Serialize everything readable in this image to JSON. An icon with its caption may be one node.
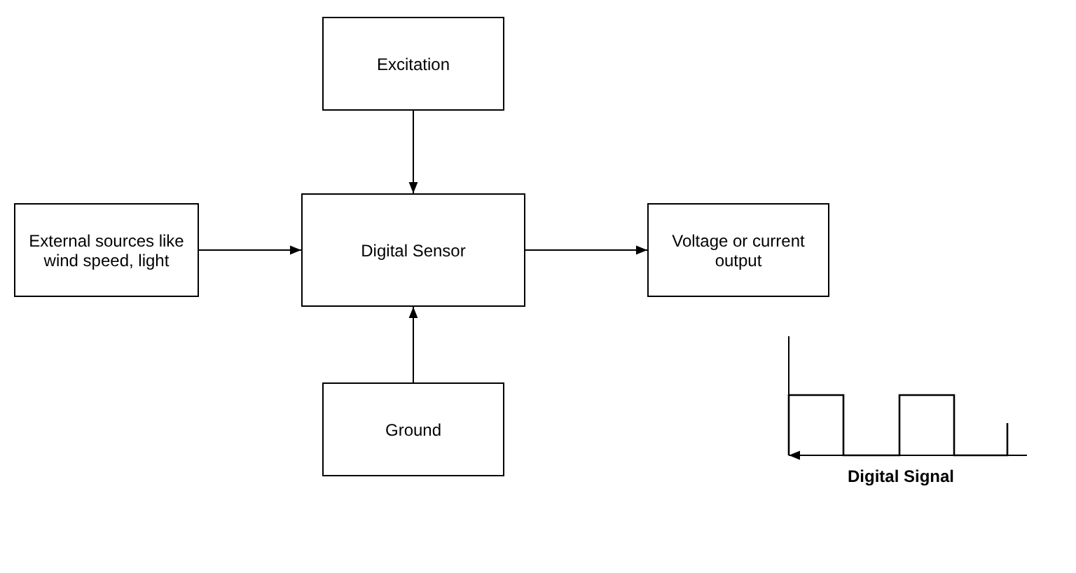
{
  "diagram": {
    "nodes": [
      {
        "text": [
          "Excitation"
        ]
      },
      {
        "text": [
          "External sources like wind speed, light"
        ]
      },
      {
        "text": [
          "Digital Sensor"
        ]
      },
      {
        "text": [
          "Voltage or current output"
        ]
      },
      {
        "text": [
          "Ground"
        ]
      }
    ],
    "edges": [
      {
        "from": 0,
        "to": 2,
        "arrow": "to"
      },
      {
        "from": 1,
        "to": 2,
        "arrow": "to"
      },
      {
        "from": 2,
        "to": 3,
        "arrow": "to"
      },
      {
        "from": 4,
        "to": 2,
        "arrow": "to"
      }
    ],
    "labels": [
      "Digital Signal"
    ]
  }
}
